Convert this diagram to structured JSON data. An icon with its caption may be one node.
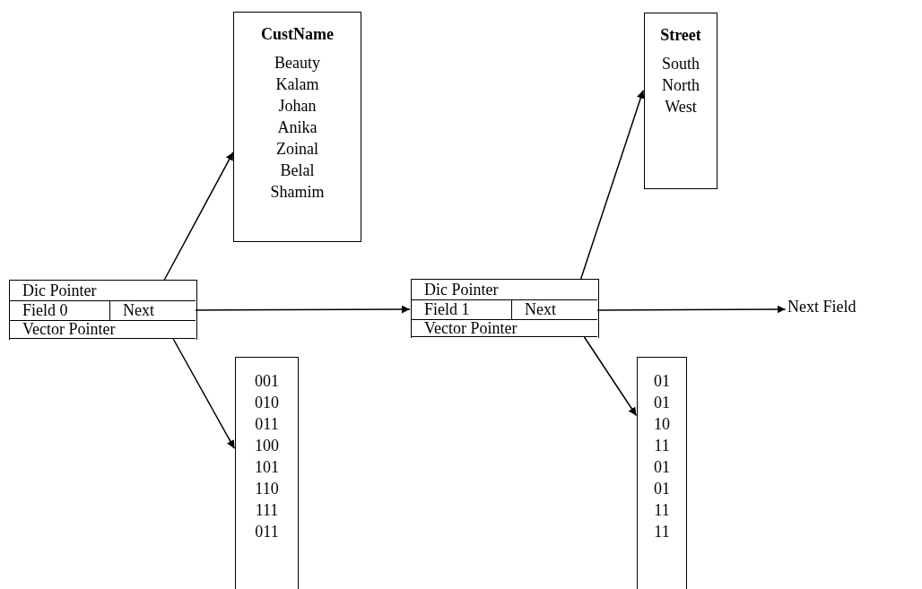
{
  "diagram": {
    "nodes": [
      {
        "text": [],
        "shape": "box"
      },
      {
        "text": [
          "Dic Pointer"
        ],
        "in": 0
      },
      {
        "text": [
          "Field 0"
        ],
        "in": 0
      },
      {
        "text": [
          "Next"
        ],
        "in": 0
      },
      {
        "text": [
          "Vector Pointer"
        ],
        "in": 0
      },
      {
        "text": [
          "CustName",
          "Beauty",
          "Kalam",
          "Johan",
          "Anika",
          "Zoinal",
          "Belal",
          "Shamim"
        ]
      },
      {
        "text": [
          "001",
          "010",
          "011",
          "100",
          "101",
          "110",
          "111",
          "011"
        ]
      },
      {
        "text": [],
        "shape": "box"
      },
      {
        "text": [
          "Dic Pointer"
        ],
        "in": 7
      },
      {
        "text": [
          "Field 1"
        ],
        "in": 7
      },
      {
        "text": [
          "Next"
        ],
        "in": 7
      },
      {
        "text": [
          "Vector Pointer"
        ],
        "in": 7
      },
      {
        "text": [
          "Street",
          "South",
          "North",
          "West"
        ]
      },
      {
        "text": [
          "01",
          "01",
          "10",
          "11",
          "01",
          "01",
          "11",
          "11"
        ]
      },
      {
        "text": [
          "Next Field"
        ]
      }
    ],
    "edges": [
      {
        "from": 1,
        "to": 5,
        "arrow": "to"
      },
      {
        "from": 3,
        "to": 7,
        "arrow": "to"
      },
      {
        "from": 4,
        "to": 6,
        "arrow": "to"
      },
      {
        "from": 8,
        "to": 12,
        "arrow": "to"
      },
      {
        "from": 10,
        "to": 14,
        "arrow": "to"
      },
      {
        "from": 11,
        "to": 13,
        "arrow": "to"
      }
    ]
  }
}
